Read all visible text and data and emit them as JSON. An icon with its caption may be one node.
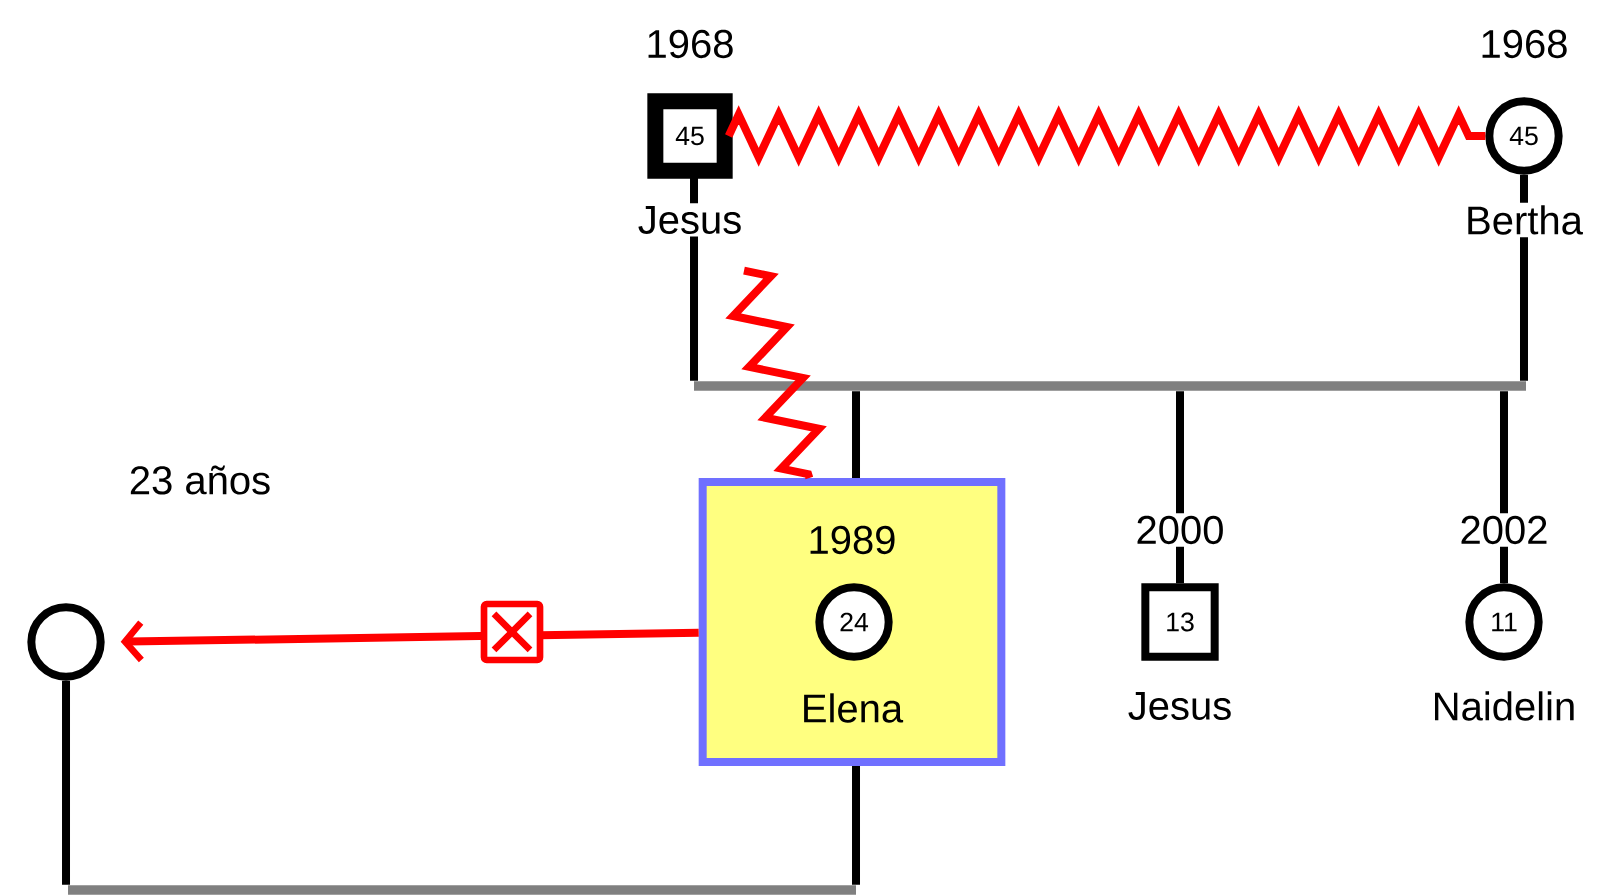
{
  "diagram": {
    "nodes": [
      {
        "text": [
          "45"
        ],
        "beside": [
          "1968",
          "Jesus"
        ]
      },
      {
        "text": [
          "45"
        ],
        "beside": [
          "1968",
          "Bertha"
        ]
      },
      {
        "text": [],
        "shape": "bar"
      },
      {
        "text": [
          "1989",
          "Elena"
        ]
      },
      {
        "text": [
          "24"
        ],
        "in": 3
      },
      {
        "text": [
          "13"
        ],
        "beside": [
          "2000",
          "Jesus"
        ]
      },
      {
        "text": [
          "11"
        ],
        "beside": [
          "2002",
          "Naidelin"
        ]
      },
      {
        "text": [],
        "shape": "circle"
      },
      {
        "text": [],
        "shape": "bar"
      }
    ],
    "edges": [
      {
        "from": 0,
        "to": 1,
        "arrow": "none",
        "color": "#ff0000"
      },
      {
        "from": 0,
        "to": 3,
        "arrow": "none",
        "color": "#ff0000"
      },
      {
        "from": 0,
        "to": 2,
        "arrow": "none"
      },
      {
        "from": 1,
        "to": 2,
        "arrow": "none"
      },
      {
        "from": 2,
        "to": 3,
        "arrow": "none"
      },
      {
        "from": 2,
        "to": 5,
        "arrow": "none"
      },
      {
        "from": 2,
        "to": 6,
        "arrow": "none"
      },
      {
        "from": 3,
        "to": 7,
        "arrow": "to",
        "color": "#ff0000"
      },
      {
        "from": 7,
        "to": 8,
        "arrow": "none"
      },
      {
        "from": 3,
        "to": 8,
        "arrow": "none"
      }
    ],
    "labels": [
      "23 años"
    ]
  }
}
